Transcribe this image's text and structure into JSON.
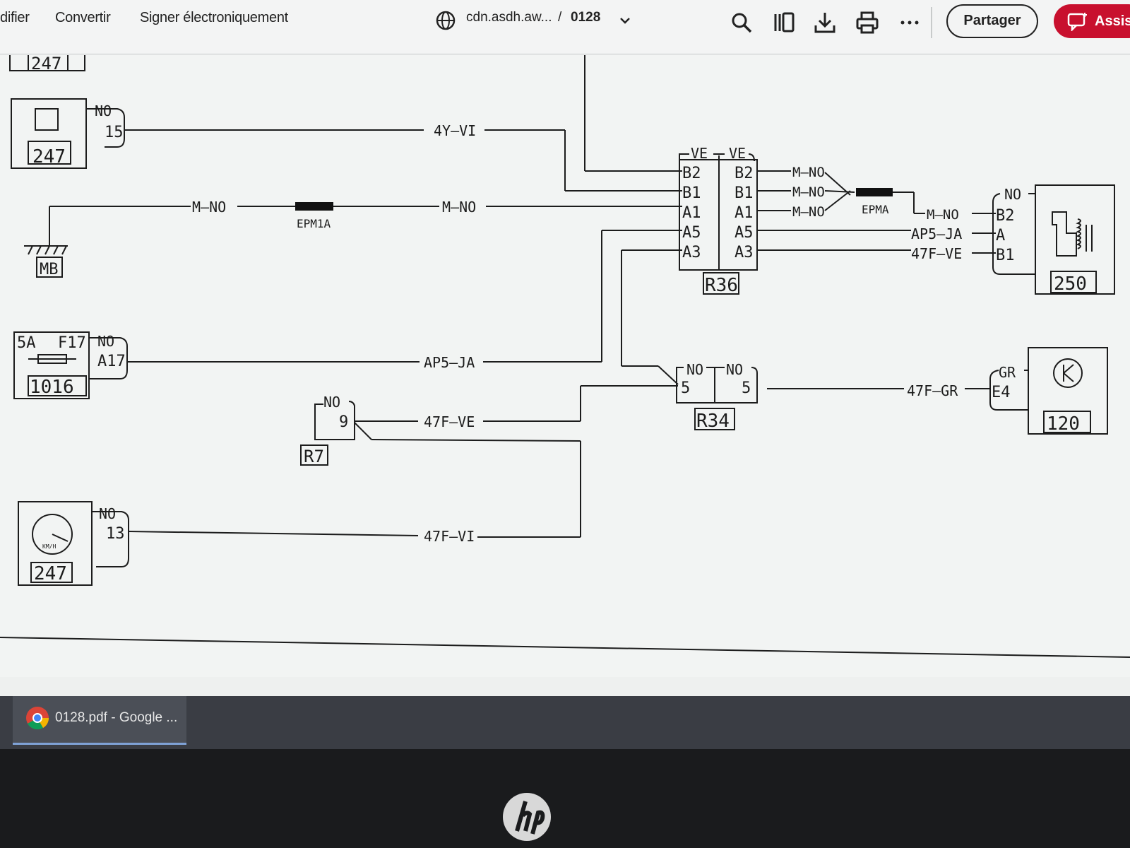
{
  "toolbar": {
    "menu": [
      "difier",
      "Convertir",
      "Signer électroniquement"
    ],
    "url": "cdn.asdh.aw...",
    "separator": "/",
    "page": "0128",
    "share_label": "Partager",
    "assist_label": "Assis",
    "icons": [
      "globe-icon",
      "chevron-down-icon",
      "search-icon",
      "pages-icon",
      "download-icon",
      "print-icon",
      "more-icon",
      "assistant-icon"
    ]
  },
  "diagram": {
    "components": {
      "c247_top": "247",
      "c247_clock": "247",
      "mb": "MB",
      "fuse_amp": "5A",
      "fuse_id": "F17",
      "fuse_box": "1016",
      "r7": "R7",
      "c247_speedo": "247",
      "speedo_unit": "KM/H",
      "r36": "R36",
      "r34": "R34",
      "c250": "250",
      "c120": "120"
    },
    "wires": {
      "w_4y_vi": "4Y—VI",
      "w_m_no_1": "M—NO",
      "w_m_no_2": "M—NO",
      "w_ap5_ja_1": "AP5—JA",
      "w_47f_ve_1": "47F—VE",
      "w_47f_vi": "47F—VI",
      "w_m_no_r1": "M—NO",
      "w_m_no_r2": "M—NO",
      "w_m_no_r3": "M—NO",
      "w_m_no_r4": "M—NO",
      "w_ap5_ja_2": "AP5—JA",
      "w_47f_ve_2": "47F—VE",
      "w_47f_gr": "47F—GR",
      "splice_1": "EPM1A",
      "splice_2": "EPMA"
    },
    "connectors": {
      "no_15": "NO",
      "pin_15": "15",
      "no_a17": "NO",
      "pin_a17": "A17",
      "no_9": "NO",
      "pin_9": "9",
      "no_13": "NO",
      "pin_13": "13",
      "ve_left": "VE",
      "ve_right": "VE",
      "r36_left_pins": [
        "B2",
        "B1",
        "A1",
        "A5",
        "A3"
      ],
      "r36_right_pins": [
        "B2",
        "B1",
        "A1",
        "A5",
        "A3"
      ],
      "no_r34_left": "NO",
      "pin_r34_left": "5",
      "no_r34_right": "NO",
      "pin_r34_right": "5",
      "no_250": "NO",
      "pins_250": [
        "B2",
        "A",
        "B1"
      ],
      "gr_120": "GR",
      "pin_120": "E4"
    }
  },
  "taskbar": {
    "item_label": "0128.pdf - Google ..."
  },
  "colors": {
    "assist_red": "#c8102e",
    "taskbar": "#3a3d44",
    "line": "#1c1c1c"
  }
}
